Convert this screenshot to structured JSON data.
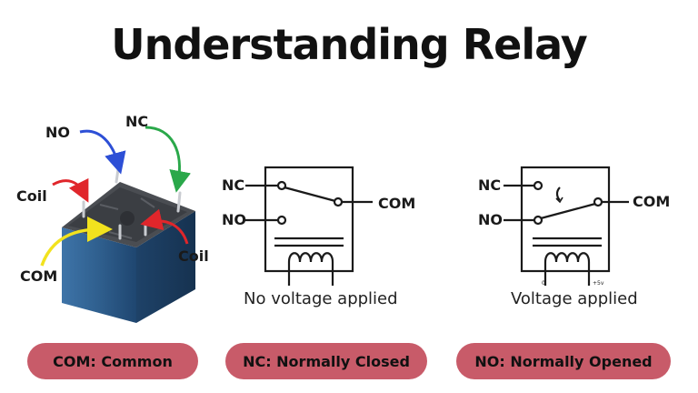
{
  "title": "Understanding Relay",
  "relay_photo": {
    "labels": {
      "no": "NO",
      "nc": "NC",
      "coil_left": "Coil",
      "com": "COM",
      "coil_right": "Coil"
    },
    "arrow_colors": {
      "no": "#2d4fd6",
      "nc": "#2aa84a",
      "coil_left": "#e0262b",
      "com": "#f2e21e",
      "coil_right": "#e0262b"
    },
    "body_color": "#2f5f8e",
    "top_color": "#4a4d52"
  },
  "diagram_off": {
    "nc": "NC",
    "no": "NO",
    "com": "COM",
    "caption": "No voltage applied"
  },
  "diagram_on": {
    "nc": "NC",
    "no": "NO",
    "com": "COM",
    "pin_left": "0",
    "pin_right": "+5v",
    "caption": "Voltage applied"
  },
  "legend": [
    {
      "text": "COM: Common"
    },
    {
      "text": "NC: Normally Closed"
    },
    {
      "text": "NO: Normally Opened"
    }
  ],
  "colors": {
    "pill_bg": "#c85b69",
    "line": "#1a1a1a"
  }
}
